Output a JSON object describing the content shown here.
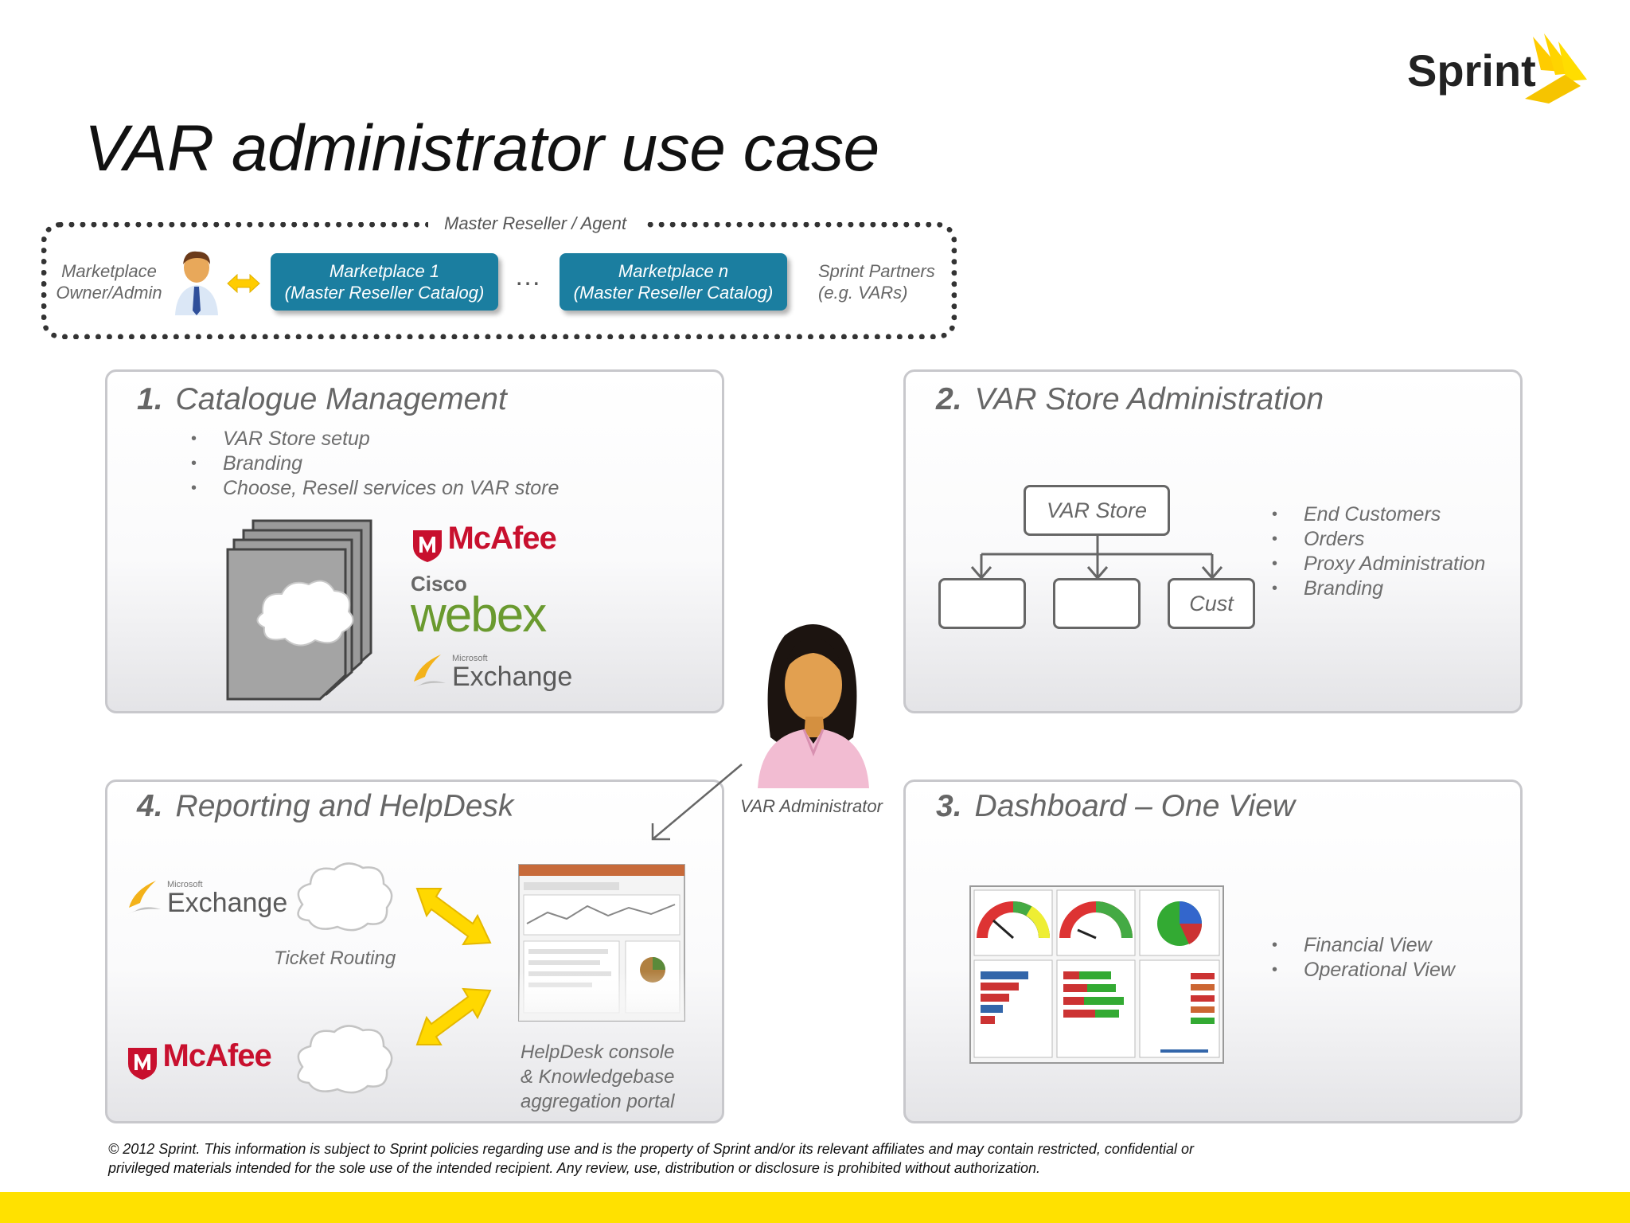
{
  "slide": {
    "title": "VAR administrator use case",
    "logo_text": "Sprint",
    "colors": {
      "accent_yellow": "#ffe100",
      "marketplace_blue": "#1b7ea0",
      "mcafee_red": "#c8102e",
      "webex_green": "#6a9a2f"
    }
  },
  "reseller": {
    "label": "Master Reseller / Agent",
    "owner_line1": "Marketplace",
    "owner_line2": "Owner/Admin",
    "marketplace1_line1": "Marketplace 1",
    "marketplace1_line2": "(Master Reseller Catalog)",
    "ellipsis": "…",
    "marketplacen_line1": "Marketplace n",
    "marketplacen_line2": "(Master Reseller Catalog)",
    "partners_line1": "Sprint Partners",
    "partners_line2": "(e.g. VARs)"
  },
  "panel1": {
    "number": "1.",
    "title": "Catalogue Management",
    "bullets": [
      "VAR Store setup",
      "Branding",
      "Choose, Resell services on VAR store"
    ],
    "logos": {
      "mcafee": "McAfee",
      "cisco": "Cisco",
      "webex": "webex",
      "ms": "Microsoft",
      "exchange": "Exchange"
    }
  },
  "panel2": {
    "number": "2.",
    "title": "VAR Store Administration",
    "root_box": "VAR Store",
    "leaf_box": "Cust",
    "bullets": [
      "End Customers",
      "Orders",
      "Proxy Administration",
      "Branding"
    ]
  },
  "panel3": {
    "number": "3.",
    "title": "Dashboard – One View",
    "bullets": [
      "Financial View",
      "Operational View"
    ]
  },
  "panel4": {
    "number": "4.",
    "title": "Reporting and HelpDesk",
    "ticket_routing": "Ticket Routing",
    "helpdesk_line1": "HelpDesk console",
    "helpdesk_line2": "& Knowledgebase",
    "helpdesk_line3": "aggregation portal",
    "logos": {
      "ms": "Microsoft",
      "exchange": "Exchange",
      "mcafee": "McAfee"
    }
  },
  "var_admin_label": "VAR Administrator",
  "legal": "© 2012 Sprint. This information is subject to Sprint policies regarding use and is the property of Sprint and/or its relevant affiliates and may contain restricted, confidential or privileged materials intended for the sole use of the intended recipient. Any review, use, distribution or disclosure is prohibited without authorization."
}
